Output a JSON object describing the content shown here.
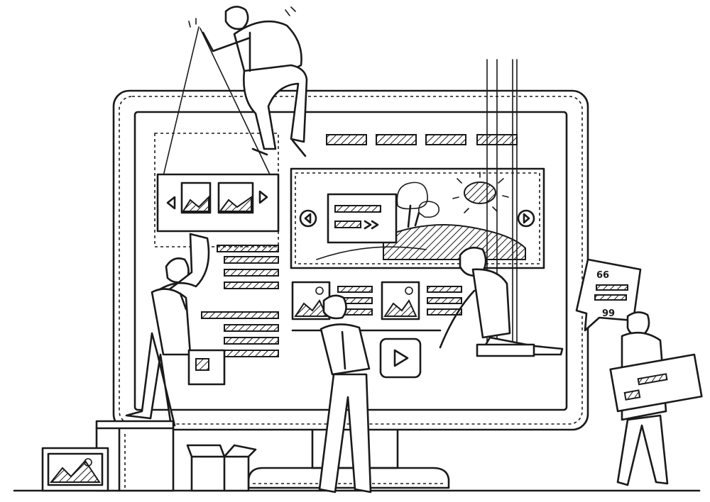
{
  "illustration": {
    "style": "hand-drawn line art",
    "ink_color": "#1a1a1a",
    "background_color": "#ffffff",
    "icons": [
      "monitor-icon",
      "image-icon",
      "play-icon",
      "chevron-left-icon",
      "chevron-right-icon",
      "quote-icon",
      "box-icon",
      "sun-icon",
      "tree-icon"
    ]
  },
  "speech_bubble": {
    "open_quote": "66",
    "close_quote": "99"
  }
}
